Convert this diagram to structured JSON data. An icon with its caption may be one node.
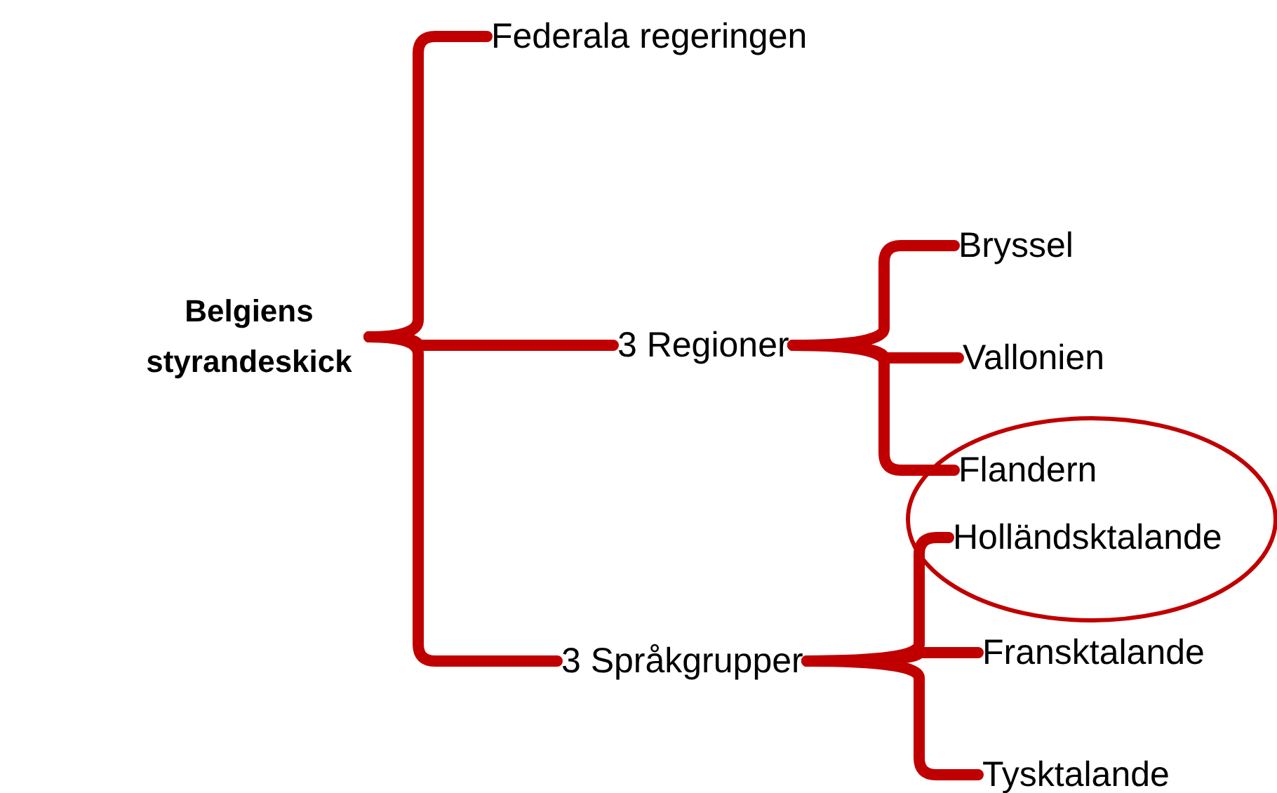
{
  "diagram": {
    "nodes": [
      {
        "text": [
          "Belgiens styrandeskick"
        ]
      },
      {
        "text": [
          "Federala regeringen"
        ]
      },
      {
        "text": [
          "3 Regioner"
        ]
      },
      {
        "text": [
          "3 Språkgrupper"
        ]
      },
      {
        "text": [
          "Bryssel"
        ]
      },
      {
        "text": [
          "Vallonien"
        ]
      },
      {
        "text": [
          "Flandern"
        ]
      },
      {
        "text": [
          "Holländsktalande"
        ]
      },
      {
        "text": [
          "Fransktalande"
        ]
      },
      {
        "text": [
          "Tysktalande"
        ]
      }
    ],
    "edges": [
      {
        "from": 0,
        "to": 1,
        "arrow": "none"
      },
      {
        "from": 0,
        "to": 2,
        "arrow": "none"
      },
      {
        "from": 0,
        "to": 3,
        "arrow": "none"
      },
      {
        "from": 2,
        "to": 4,
        "arrow": "none"
      },
      {
        "from": 2,
        "to": 5,
        "arrow": "none"
      },
      {
        "from": 2,
        "to": 6,
        "arrow": "none"
      },
      {
        "from": 3,
        "to": 7,
        "arrow": "none"
      },
      {
        "from": 3,
        "to": 8,
        "arrow": "none"
      },
      {
        "from": 3,
        "to": 9,
        "arrow": "none"
      }
    ]
  }
}
